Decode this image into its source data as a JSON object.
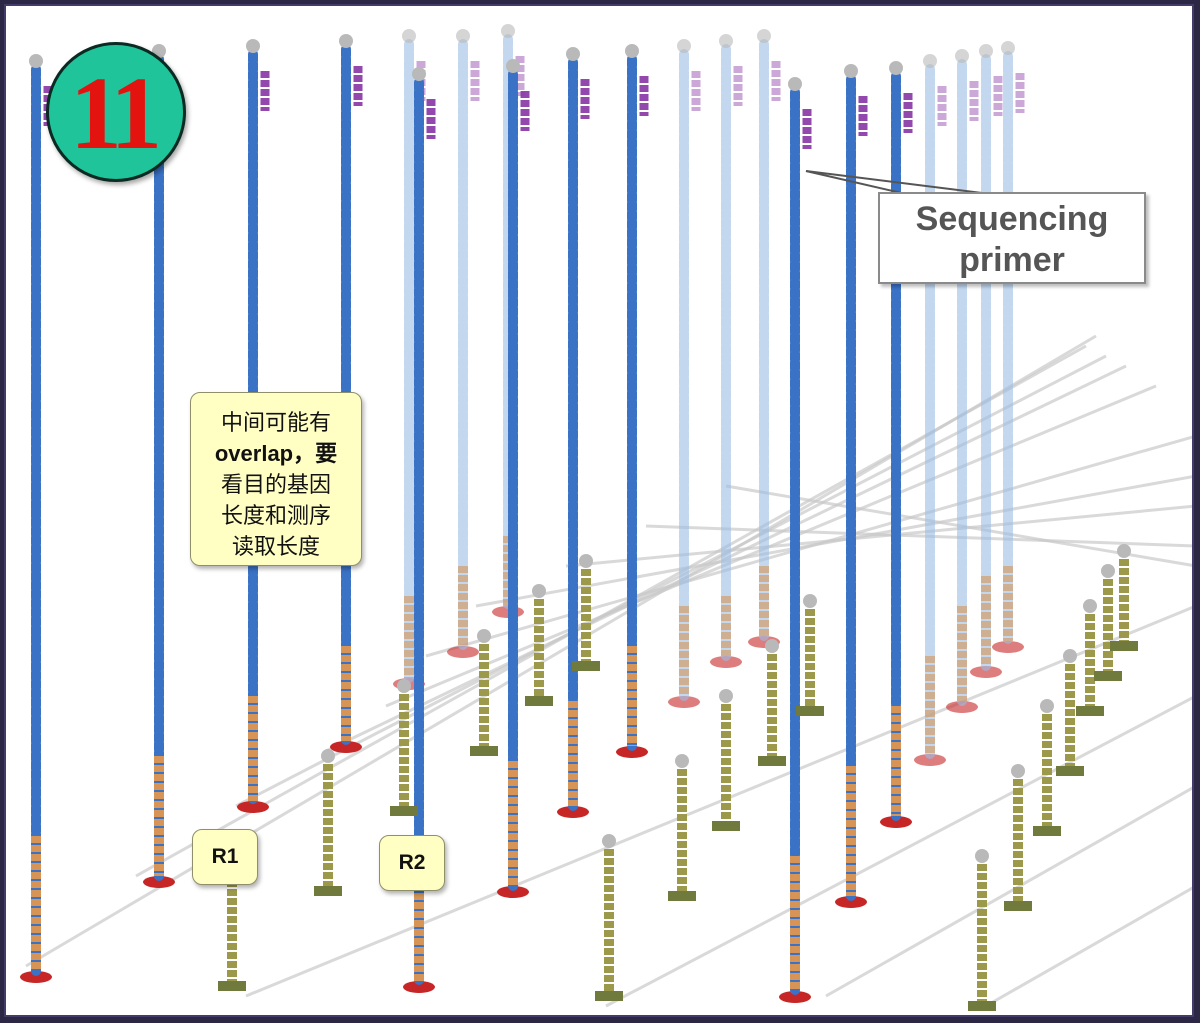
{
  "step_number": "11",
  "labels": {
    "sequencing_primer": [
      "Sequencing",
      "primer"
    ],
    "note_lines": [
      "中间可能有",
      "overlap，要",
      "看目的基因",
      "长度和测序",
      "读取长度"
    ],
    "read1": "R1",
    "read2": "R2"
  },
  "colors": {
    "background": "#2c2745",
    "badge_fill": "#1fc49a",
    "badge_text": "#e3130f",
    "strand_blue": "#3a72c6",
    "strand_light_blue": "#9cbfe6",
    "adapter_orange": "#d69556",
    "primer_purple": "#8d3fa8",
    "short_strand_olive": "#9c9a4a",
    "anchor_red": "#c72626",
    "anchor_olive": "#6f7a3c",
    "note_fill": "#ffffc4"
  }
}
